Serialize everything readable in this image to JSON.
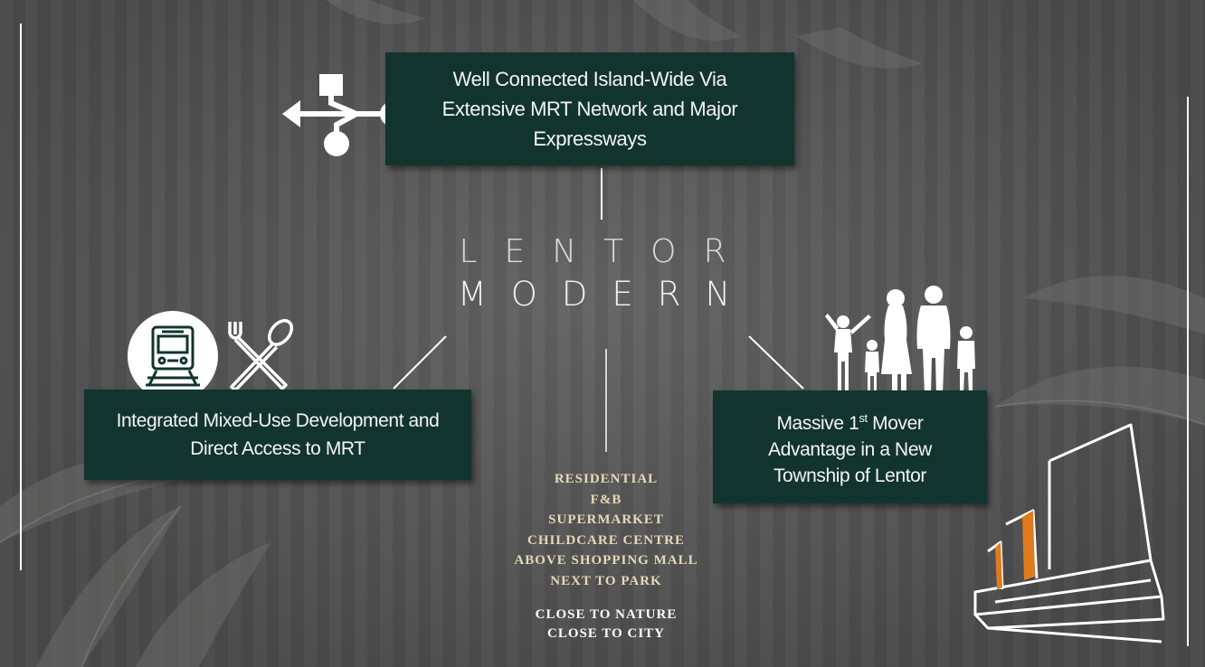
{
  "logo": {
    "line1": "LENTOR",
    "line2": "MODERN"
  },
  "boxes": {
    "top": {
      "line1": "Well Connected Island-Wide Via",
      "line2": "Extensive MRT Network and Major",
      "line3": "Expressways"
    },
    "left": {
      "line1": "Integrated Mixed-Use Development and",
      "line2": "Direct Access to MRT"
    },
    "right": {
      "line1_pre": "Massive 1",
      "line1_sup": "st",
      "line1_post": " Mover",
      "line2": "Advantage in a New",
      "line3": "Township of Lentor"
    }
  },
  "features": [
    "RESIDENTIAL",
    "F&B",
    "SUPERMARKET",
    "CHILDCARE CENTRE",
    "ABOVE SHOPPING MALL",
    "NEXT TO PARK"
  ],
  "taglines": [
    "CLOSE TO NATURE",
    "CLOSE TO CITY"
  ],
  "icons": [
    "usb-icon",
    "train-icon",
    "fork-spoon-icon",
    "family-icon",
    "building-icon"
  ],
  "colors": {
    "box_bg": "#12342e",
    "background": "#5b5c5b",
    "feature_text": "#e6d9b8",
    "accent_orange": "#e07a1f"
  }
}
